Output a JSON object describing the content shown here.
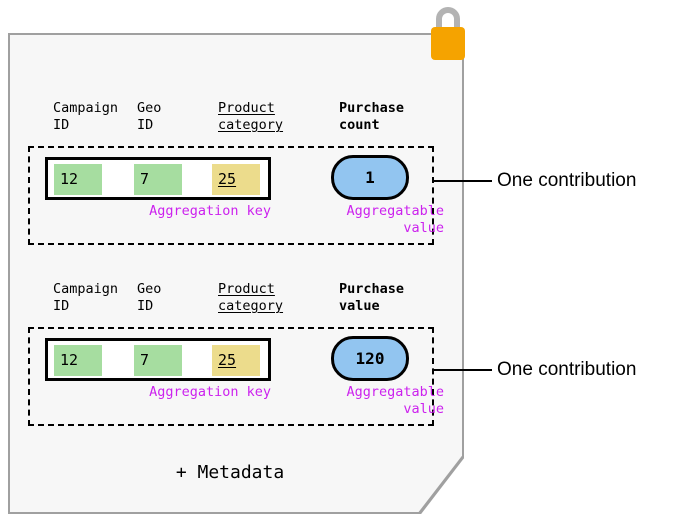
{
  "diagram": {
    "title_text": "",
    "colors": {
      "card_bg": "#f7f7f7",
      "card_border": "#a0a0a0",
      "lock_body": "#f5a300",
      "lock_shackle": "#b0b0b0",
      "key_chip_green": "#a6dda0",
      "key_chip_yellow": "#ecdc8c",
      "value_oval_blue": "#92c5f0",
      "caption_magenta": "#cc22ee",
      "outline_black": "#000000"
    },
    "lock_icon": "padlock-icon",
    "footer_label": "+ Metadata",
    "contributions": [
      {
        "headers": {
          "campaign_id": "Campaign\nID",
          "geo_id": "Geo\nID",
          "product_category": "Product\ncategory",
          "measure": "Purchase\ncount"
        },
        "aggregation_key": {
          "caption": "Aggregation key",
          "chips": [
            {
              "value": "12",
              "color": "green",
              "underlined": false
            },
            {
              "value": "7",
              "color": "green",
              "underlined": false
            },
            {
              "value": "25",
              "color": "yellow",
              "underlined": true
            }
          ]
        },
        "aggregatable_value": {
          "caption": "Aggregatable\nvalue",
          "value": "1"
        },
        "callout_label": "One contribution"
      },
      {
        "headers": {
          "campaign_id": "Campaign\nID",
          "geo_id": "Geo\nID",
          "product_category": "Product\ncategory",
          "measure": "Purchase\nvalue"
        },
        "aggregation_key": {
          "caption": "Aggregation key",
          "chips": [
            {
              "value": "12",
              "color": "green",
              "underlined": false
            },
            {
              "value": "7",
              "color": "green",
              "underlined": false
            },
            {
              "value": "25",
              "color": "yellow",
              "underlined": true
            }
          ]
        },
        "aggregatable_value": {
          "caption": "Aggregatable\nvalue",
          "value": "120"
        },
        "callout_label": "One contribution"
      }
    ]
  }
}
